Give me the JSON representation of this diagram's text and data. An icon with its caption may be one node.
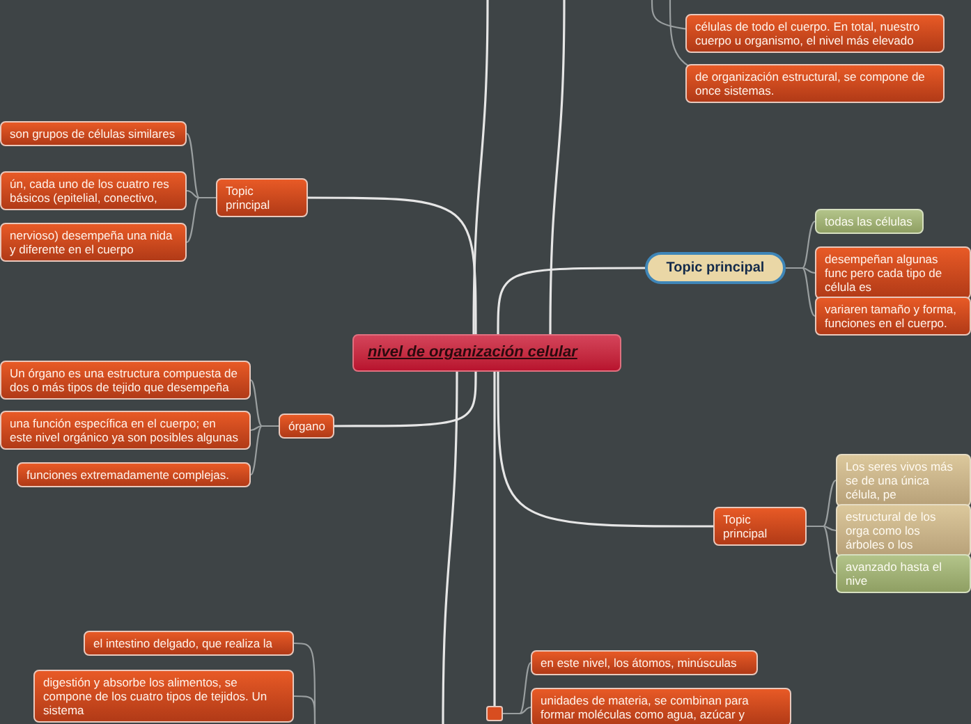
{
  "diagram": {
    "nodes": [
      {
        "text": [
          "nivel de organización celular"
        ]
      },
      {
        "text": [
          "Topic principal"
        ]
      },
      {
        "text": [
          "son grupos de células similares"
        ]
      },
      {
        "text": [
          "ún, cada uno de los cuatro res básicos (epitelial, conectivo,"
        ]
      },
      {
        "text": [
          "nervioso) desempeña una nida y diferente en el cuerpo"
        ]
      },
      {
        "text": [
          "órgano"
        ]
      },
      {
        "text": [
          "Un órgano es una estructura compuesta de dos o más tipos de tejido que desempeña"
        ]
      },
      {
        "text": [
          "una función específica en el cuerpo; en este nivel orgánico ya son posibles algunas"
        ]
      },
      {
        "text": [
          "funciones extremadamente complejas."
        ]
      },
      {
        "text": [
          "el intestino delgado, que realiza la"
        ]
      },
      {
        "text": [
          "digestión y absorbe los alimentos, se compone de los cuatro tipos de tejidos. Un sistema"
        ]
      },
      {
        "text": [],
        "shape": "box"
      },
      {
        "text": [
          "en este nivel, los átomos, minúsculas"
        ]
      },
      {
        "text": [
          "unidades de materia, se combinan para formar moléculas como agua, azúcar y"
        ]
      },
      {
        "text": [
          "Topic principal"
        ]
      },
      {
        "text": [
          "todas las células"
        ]
      },
      {
        "text": [
          "desempeñan algunas func pero cada tipo de célula es"
        ]
      },
      {
        "text": [
          "variaren tamaño y forma, funciones en el cuerpo."
        ]
      },
      {
        "text": [
          "Topic principal"
        ]
      },
      {
        "text": [
          "Los seres vivos más se de una única célula, pe"
        ]
      },
      {
        "text": [
          "estructural de los orga como los árboles o los"
        ]
      },
      {
        "text": [
          "avanzado hasta el nive"
        ]
      },
      {
        "text": [
          "células de todo el cuerpo. En total, nuestro cuerpo u organismo, el nivel más elevado"
        ]
      },
      {
        "text": [
          "de organización estructural, se compone de once sistemas."
        ]
      }
    ],
    "edges": [
      {
        "from": 0,
        "to": 1,
        "arrow": "none"
      },
      {
        "from": 1,
        "to": 2,
        "arrow": "none"
      },
      {
        "from": 1,
        "to": 3,
        "arrow": "none"
      },
      {
        "from": 1,
        "to": 4,
        "arrow": "none"
      },
      {
        "from": 0,
        "to": 5,
        "arrow": "none"
      },
      {
        "from": 5,
        "to": 6,
        "arrow": "none"
      },
      {
        "from": 5,
        "to": 7,
        "arrow": "none"
      },
      {
        "from": 5,
        "to": 8,
        "arrow": "none"
      },
      {
        "from": null,
        "to": 9,
        "arrow": "none"
      },
      {
        "from": null,
        "to": 10,
        "arrow": "none"
      },
      {
        "from": 0,
        "to": 11,
        "arrow": "none"
      },
      {
        "from": 11,
        "to": 12,
        "arrow": "none"
      },
      {
        "from": 11,
        "to": 13,
        "arrow": "none"
      },
      {
        "from": 0,
        "to": 14,
        "arrow": "none"
      },
      {
        "from": 14,
        "to": 15,
        "arrow": "none"
      },
      {
        "from": 14,
        "to": 16,
        "arrow": "none"
      },
      {
        "from": 14,
        "to": 17,
        "arrow": "none"
      },
      {
        "from": 0,
        "to": 18,
        "arrow": "none"
      },
      {
        "from": 18,
        "to": 19,
        "arrow": "none"
      },
      {
        "from": 18,
        "to": 20,
        "arrow": "none"
      },
      {
        "from": 18,
        "to": 21,
        "arrow": "none"
      },
      {
        "from": null,
        "to": 22,
        "arrow": "none"
      },
      {
        "from": null,
        "to": 23,
        "arrow": "none"
      },
      {
        "from": 0,
        "to": null,
        "arrow": "none"
      },
      {
        "from": 0,
        "to": null,
        "arrow": "none"
      },
      {
        "from": 0,
        "to": null,
        "arrow": "none"
      }
    ]
  }
}
